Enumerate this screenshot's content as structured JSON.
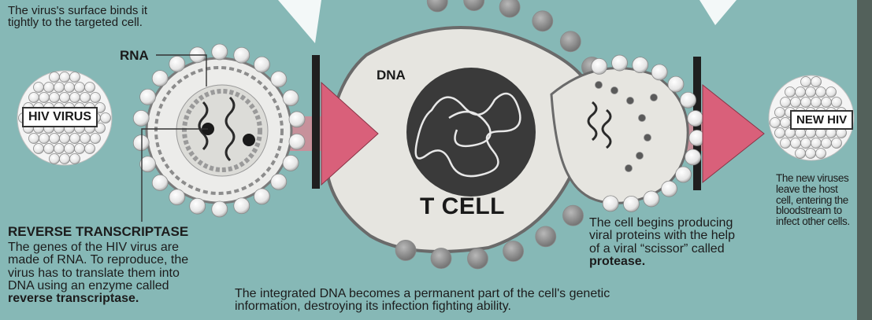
{
  "intro": {
    "line1": "The virus's surface binds it",
    "line2": "tightly to the targeted cell."
  },
  "labels": {
    "rna": "RNA",
    "dna": "DNA",
    "t_cell": "T CELL",
    "hiv_virus": "HIV VIRUS",
    "new_hiv": "NEW HIV"
  },
  "reverse_transcriptase": {
    "heading": "REVERSE TRANSCRIPTASE",
    "line1": "The genes of the HIV virus are",
    "line2": "made of RNA. To reproduce, the",
    "line3": "virus has to translate them into",
    "line4": "DNA using an enzyme called",
    "line5": "reverse transcriptase."
  },
  "integration": {
    "line1": "The integrated DNA becomes a permanent part of the cell's genetic",
    "line2": "information, destroying its infection fighting ability."
  },
  "protease": {
    "line1": "The cell begins producing",
    "line2": "viral proteins with the help",
    "line3": "of a viral “scissor” called",
    "line4": "protease."
  },
  "new_viruses": {
    "line1": "The new viruses",
    "line2": "leave the host",
    "line3": "cell, entering the",
    "line4": "bloodstream to",
    "line5": "infect other cells."
  },
  "colors": {
    "background": "#86b8b6",
    "cell_fill": "#e6e5e0",
    "arrow_fill": "#d9607a",
    "nucleus_fill": "#3a3a3a",
    "barrier": "#1f1f1f"
  }
}
